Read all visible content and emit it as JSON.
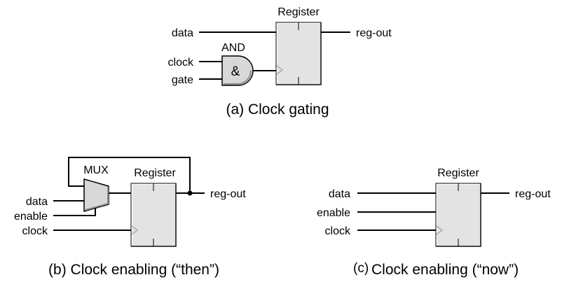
{
  "panel_a": {
    "caption": "(a) Clock gating",
    "register_title": "Register",
    "gate_title": "AND",
    "gate_symbol": "&",
    "inputs": {
      "data": "data",
      "clock": "clock",
      "gate": "gate"
    },
    "output": "reg-out"
  },
  "panel_b": {
    "caption": "(b) Clock enabling (“then”)",
    "register_title": "Register",
    "mux_title": "MUX",
    "inputs": {
      "data": "data",
      "enable": "enable",
      "clock": "clock"
    },
    "output": "reg-out"
  },
  "panel_c": {
    "caption_prefix": "(c)",
    "caption_text": "Clock enabling (“now”)",
    "register_title": "Register",
    "inputs": {
      "data": "data",
      "enable": "enable",
      "clock": "clock"
    },
    "output": "reg-out"
  },
  "colors": {
    "register_fill": "#e3e3e3",
    "register_shadow": "#8c8c8c",
    "register_highlight": "#ffffff",
    "wire": "#000000"
  }
}
